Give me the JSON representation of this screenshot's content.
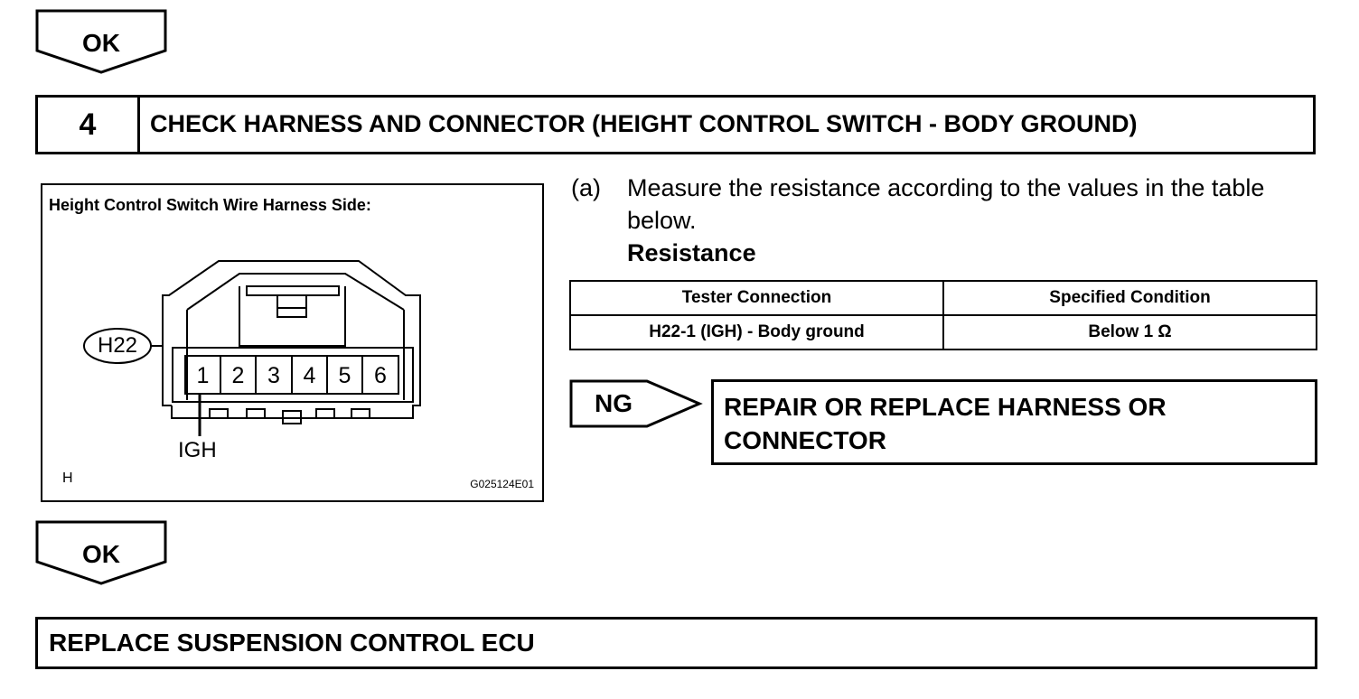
{
  "flags": {
    "ok_top": "OK",
    "ok_bottom": "OK",
    "ng": "NG"
  },
  "step": {
    "number": "4",
    "title": "CHECK HARNESS AND CONNECTOR (HEIGHT CONTROL SWITCH - BODY GROUND)"
  },
  "figure": {
    "title": "Height Control Switch Wire Harness Side:",
    "connector_label": "H22",
    "pins": [
      "1",
      "2",
      "3",
      "4",
      "5",
      "6"
    ],
    "pin_label": "IGH",
    "corner_letter": "H",
    "code": "G025124E01"
  },
  "instruction": {
    "tag": "(a)",
    "text": "Measure the resistance according to the values in the table below.",
    "heading": "Resistance"
  },
  "table": {
    "headers": [
      "Tester Connection",
      "Specified Condition"
    ],
    "rows": [
      [
        "H22-1 (IGH) - Body ground",
        "Below 1 Ω"
      ]
    ]
  },
  "ng_result": {
    "line1": "REPAIR OR REPLACE HARNESS OR",
    "line2": "CONNECTOR"
  },
  "final_step": "REPLACE SUSPENSION CONTROL ECU"
}
